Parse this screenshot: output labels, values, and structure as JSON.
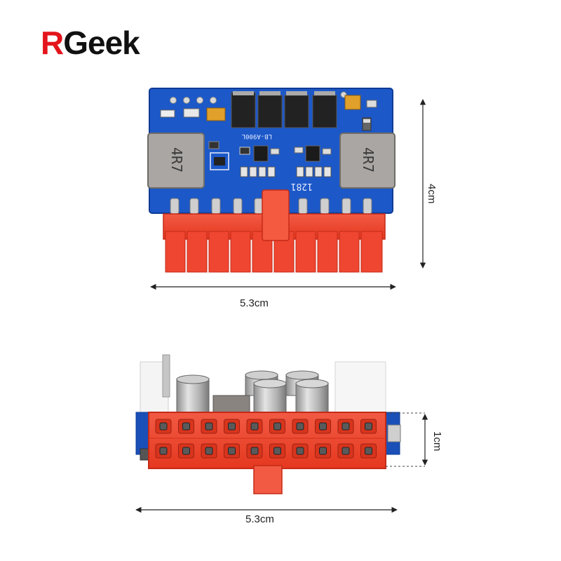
{
  "brand": {
    "first_letter": "R",
    "rest": "Geek",
    "colors": {
      "first_letter": "#e3141b",
      "rest": "#111111"
    }
  },
  "top_view": {
    "width_label": "5.3cm",
    "height_label": "4cm",
    "board_text": {
      "inductor_left": "4R7",
      "inductor_right": "4R7",
      "board_model": "LB-A900L",
      "date_code": "1281"
    },
    "colors": {
      "pcb": "#1c58c8",
      "connector": "#f04632",
      "inductor": "#a9a6a3"
    }
  },
  "front_view": {
    "width_label": "5.3cm",
    "height_label": "1cm",
    "pin_rows": 2,
    "pins_per_row": 10
  }
}
